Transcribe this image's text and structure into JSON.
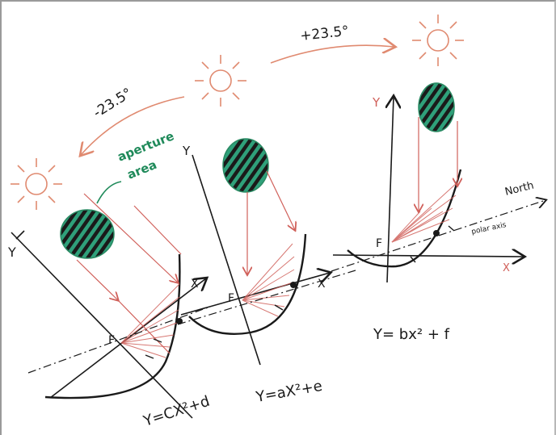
{
  "labels": {
    "angle_minus": "-23.5°",
    "angle_plus": "+23.5°",
    "aperture_line1": "aperture",
    "aperture_line2": "area",
    "north": "North",
    "polar_axis": "polar axis",
    "y_left": "Y",
    "x_left": "X",
    "f_left": "F",
    "y_mid": "Y",
    "x_mid": "X",
    "f_mid": "F",
    "y_right": "Y",
    "x_right": "X",
    "f_right": "F",
    "eq_left": "Y=CX²+d",
    "eq_mid": "Y=aX²+e",
    "eq_right": "Y= bx² + f"
  },
  "colors": {
    "ink": "#1a1a1a",
    "sun": "#e08a70",
    "ray": "#d0605a",
    "aperture_fill": "#2fa07a",
    "aperture_text": "#1f8a5a",
    "background": "#ffffff"
  },
  "icons": [
    "sun-icon",
    "aperture-disk-icon"
  ]
}
